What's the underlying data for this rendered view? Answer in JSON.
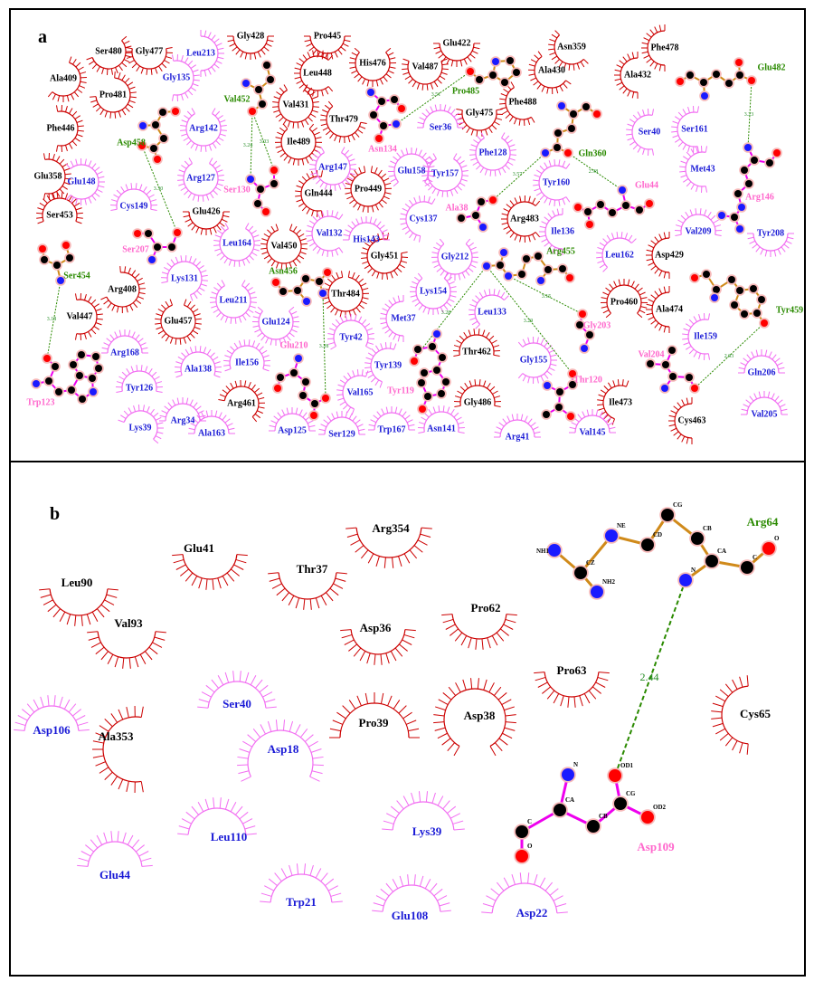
{
  "colors": {
    "hydrophobic_1_arc": "#cc0000",
    "hydrophobic_2_arc": "#f26ef2",
    "label_1": "#000000",
    "label_2": "#1a1ad6",
    "hbond_1_label": "#2a8a00",
    "hbond_2_label": "#ff66cc",
    "hbond_line": "#2a8a00",
    "bond_1": "#d08a1a",
    "bond_2": "#ee00ee",
    "atom_C": "#000000",
    "atom_N": "#1a1aff",
    "atom_O": "#ff0000"
  },
  "panel_a": {
    "letter": "a",
    "residues": [
      {
        "name": "Ser480",
        "kind": "h1"
      },
      {
        "name": "Gly477",
        "kind": "h1"
      },
      {
        "name": "Ala409",
        "kind": "h1"
      },
      {
        "name": "Pro481",
        "kind": "h1"
      },
      {
        "name": "Phe446",
        "kind": "h1"
      },
      {
        "name": "Glu358",
        "kind": "h1"
      },
      {
        "name": "Ser453",
        "kind": "h1"
      },
      {
        "name": "Gly428",
        "kind": "h1"
      },
      {
        "name": "Pro445",
        "kind": "h1"
      },
      {
        "name": "Leu448",
        "kind": "h1"
      },
      {
        "name": "His476",
        "kind": "h1"
      },
      {
        "name": "Glu422",
        "kind": "h1"
      },
      {
        "name": "Val487",
        "kind": "h1"
      },
      {
        "name": "Val431",
        "kind": "h1"
      },
      {
        "name": "Thr479",
        "kind": "h1"
      },
      {
        "name": "Ile489",
        "kind": "h1"
      },
      {
        "name": "Gln444",
        "kind": "h1"
      },
      {
        "name": "Pro449",
        "kind": "h1"
      },
      {
        "name": "Glu426",
        "kind": "h1"
      },
      {
        "name": "Val450",
        "kind": "h1"
      },
      {
        "name": "Gly451",
        "kind": "h1"
      },
      {
        "name": "Thr484",
        "kind": "h1"
      },
      {
        "name": "Arg408",
        "kind": "h1"
      },
      {
        "name": "Val447",
        "kind": "h1"
      },
      {
        "name": "Glu457",
        "kind": "h1"
      },
      {
        "name": "Arg461",
        "kind": "h1"
      },
      {
        "name": "Asn359",
        "kind": "h1"
      },
      {
        "name": "Phe478",
        "kind": "h1"
      },
      {
        "name": "Ala430",
        "kind": "h1"
      },
      {
        "name": "Ala432",
        "kind": "h1"
      },
      {
        "name": "Phe488",
        "kind": "h1"
      },
      {
        "name": "Gly475",
        "kind": "h1"
      },
      {
        "name": "Arg483",
        "kind": "h1"
      },
      {
        "name": "Asp429",
        "kind": "h1"
      },
      {
        "name": "Pro460",
        "kind": "h1"
      },
      {
        "name": "Ala474",
        "kind": "h1"
      },
      {
        "name": "Thr462",
        "kind": "h1"
      },
      {
        "name": "Gly486",
        "kind": "h1"
      },
      {
        "name": "Ile473",
        "kind": "h1"
      },
      {
        "name": "Cys463",
        "kind": "h1"
      },
      {
        "name": "Leu213",
        "kind": "h2"
      },
      {
        "name": "Gly135",
        "kind": "h2"
      },
      {
        "name": "Arg142",
        "kind": "h2"
      },
      {
        "name": "Glu148",
        "kind": "h2"
      },
      {
        "name": "Arg127",
        "kind": "h2"
      },
      {
        "name": "Cys149",
        "kind": "h2"
      },
      {
        "name": "Leu164",
        "kind": "h2"
      },
      {
        "name": "Lys131",
        "kind": "h2"
      },
      {
        "name": "Leu211",
        "kind": "h2"
      },
      {
        "name": "Glu124",
        "kind": "h2"
      },
      {
        "name": "Arg168",
        "kind": "h2"
      },
      {
        "name": "Ala138",
        "kind": "h2"
      },
      {
        "name": "Ile156",
        "kind": "h2"
      },
      {
        "name": "Tyr126",
        "kind": "h2"
      },
      {
        "name": "Lys39",
        "kind": "h2"
      },
      {
        "name": "Arg34",
        "kind": "h2"
      },
      {
        "name": "Ala163",
        "kind": "h2"
      },
      {
        "name": "Ser36",
        "kind": "h2"
      },
      {
        "name": "Phe128",
        "kind": "h2"
      },
      {
        "name": "Arg147",
        "kind": "h2"
      },
      {
        "name": "Glu158",
        "kind": "h2"
      },
      {
        "name": "Tyr157",
        "kind": "h2"
      },
      {
        "name": "Cys137",
        "kind": "h2"
      },
      {
        "name": "Val132",
        "kind": "h2"
      },
      {
        "name": "His143",
        "kind": "h2"
      },
      {
        "name": "Gly212",
        "kind": "h2"
      },
      {
        "name": "Lys154",
        "kind": "h2"
      },
      {
        "name": "Met37",
        "kind": "h2"
      },
      {
        "name": "Leu133",
        "kind": "h2"
      },
      {
        "name": "Tyr42",
        "kind": "h2"
      },
      {
        "name": "Tyr139",
        "kind": "h2"
      },
      {
        "name": "Val165",
        "kind": "h2"
      },
      {
        "name": "Asp125",
        "kind": "h2"
      },
      {
        "name": "Ser129",
        "kind": "h2"
      },
      {
        "name": "Trp167",
        "kind": "h2"
      },
      {
        "name": "Asn141",
        "kind": "h2"
      },
      {
        "name": "Arg41",
        "kind": "h2"
      },
      {
        "name": "Gly155",
        "kind": "h2"
      },
      {
        "name": "Val145",
        "kind": "h2"
      },
      {
        "name": "Ser40",
        "kind": "h2"
      },
      {
        "name": "Ser161",
        "kind": "h2"
      },
      {
        "name": "Met43",
        "kind": "h2"
      },
      {
        "name": "Tyr160",
        "kind": "h2"
      },
      {
        "name": "Ile136",
        "kind": "h2"
      },
      {
        "name": "Val209",
        "kind": "h2"
      },
      {
        "name": "Tyr208",
        "kind": "h2"
      },
      {
        "name": "Leu162",
        "kind": "h2"
      },
      {
        "name": "Ile159",
        "kind": "h2"
      },
      {
        "name": "Gln206",
        "kind": "h2"
      },
      {
        "name": "Val205",
        "kind": "h2"
      },
      {
        "name": "Asp458",
        "kind": "b1"
      },
      {
        "name": "Val452",
        "kind": "b1"
      },
      {
        "name": "Pro485",
        "kind": "b1"
      },
      {
        "name": "Gln360",
        "kind": "b1"
      },
      {
        "name": "Glu482",
        "kind": "b1"
      },
      {
        "name": "Ser454",
        "kind": "b1"
      },
      {
        "name": "Asn456",
        "kind": "b1"
      },
      {
        "name": "Arg455",
        "kind": "b1"
      },
      {
        "name": "Tyr459",
        "kind": "b1"
      },
      {
        "name": "Ser130",
        "kind": "b2"
      },
      {
        "name": "Asn134",
        "kind": "b2"
      },
      {
        "name": "Ala38",
        "kind": "b2"
      },
      {
        "name": "Glu44",
        "kind": "b2"
      },
      {
        "name": "Arg146",
        "kind": "b2"
      },
      {
        "name": "Ser207",
        "kind": "b2"
      },
      {
        "name": "Trp123",
        "kind": "b2"
      },
      {
        "name": "Glu210",
        "kind": "b2"
      },
      {
        "name": "Tyr119",
        "kind": "b2"
      },
      {
        "name": "Gly203",
        "kind": "b2"
      },
      {
        "name": "Thr120",
        "kind": "b2"
      },
      {
        "name": "Val204",
        "kind": "b2"
      }
    ],
    "hbonds": [
      {
        "distance": "3.30"
      },
      {
        "distance": "3.24"
      },
      {
        "distance": "3.03"
      },
      {
        "distance": "3.51"
      },
      {
        "distance": "3.57"
      },
      {
        "distance": "2.98"
      },
      {
        "distance": "3.23"
      },
      {
        "distance": "3.18"
      },
      {
        "distance": "3.28"
      },
      {
        "distance": "3.28"
      },
      {
        "distance": "3.15"
      },
      {
        "distance": "3.29"
      },
      {
        "distance": "2.93"
      }
    ]
  },
  "panel_b": {
    "letter": "b",
    "residues": [
      {
        "name": "Glu41",
        "kind": "h1"
      },
      {
        "name": "Leu90",
        "kind": "h1"
      },
      {
        "name": "Thr37",
        "kind": "h1"
      },
      {
        "name": "Arg354",
        "kind": "h1"
      },
      {
        "name": "Val93",
        "kind": "h1"
      },
      {
        "name": "Asp36",
        "kind": "h1"
      },
      {
        "name": "Pro62",
        "kind": "h1"
      },
      {
        "name": "Pro63",
        "kind": "h1"
      },
      {
        "name": "Pro39",
        "kind": "h1"
      },
      {
        "name": "Asp38",
        "kind": "h1"
      },
      {
        "name": "Ala353",
        "kind": "h1"
      },
      {
        "name": "Cys65",
        "kind": "h1"
      },
      {
        "name": "Ser40",
        "kind": "h2"
      },
      {
        "name": "Asp106",
        "kind": "h2"
      },
      {
        "name": "Asp18",
        "kind": "h2"
      },
      {
        "name": "Leu110",
        "kind": "h2"
      },
      {
        "name": "Lys39",
        "kind": "h2"
      },
      {
        "name": "Glu44",
        "kind": "h2"
      },
      {
        "name": "Trp21",
        "kind": "h2"
      },
      {
        "name": "Glu108",
        "kind": "h2"
      },
      {
        "name": "Asp22",
        "kind": "h2"
      },
      {
        "name": "Arg64",
        "kind": "b1"
      },
      {
        "name": "Asp109",
        "kind": "b2"
      }
    ],
    "arg64_atoms": [
      "NH1",
      "NE",
      "CG",
      "CB",
      "CZ",
      "NH2",
      "CD",
      "CA",
      "N",
      "O",
      "C"
    ],
    "asp109_atoms": [
      "N",
      "OD1",
      "CA",
      "CG",
      "OD2",
      "C",
      "CB",
      "O"
    ],
    "hbond": {
      "distance": "2.44"
    }
  }
}
